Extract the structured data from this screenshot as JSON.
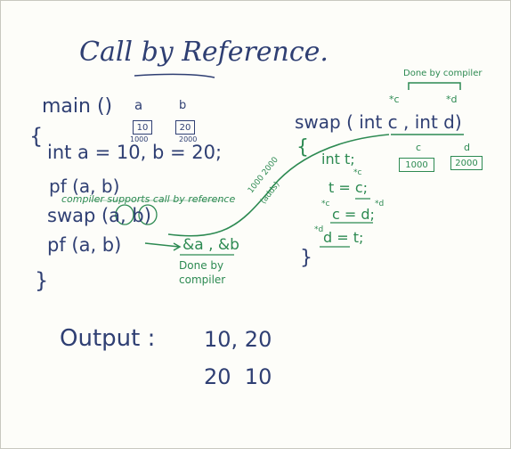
{
  "title": "Call by Reference.",
  "main": {
    "header": "main ()",
    "brace_open": "{",
    "brace_close": "}",
    "decl": "int a = 10, b = 20;",
    "var_a_label": "a",
    "var_b_label": "b",
    "box_a_value": "10",
    "box_b_value": "20",
    "addr_a": "1000",
    "addr_b": "2000",
    "pf1": "pf (a, b)",
    "note_support": "compiler supports call by reference",
    "swap_call": "swap (a, b)",
    "pf2": "pf (a, b)",
    "ref_args": "&a , &b",
    "done_by": "Done by",
    "compiler": "compiler"
  },
  "swap": {
    "done_by_compiler": "Done by compiler",
    "star_c": "*c",
    "star_d": "*d",
    "signature": "swap ( int c , int d)",
    "brace_open": "{",
    "brace_close": "}",
    "line1": "int t;",
    "line2": "t = c;",
    "line3": "c = d;",
    "line4": "d = t;",
    "star_c2": "*c",
    "star_c3": "*c",
    "star_d3": "*d",
    "star_d4": "*d",
    "c_label": "c",
    "d_label": "d",
    "box_c_value": "1000",
    "box_d_value": "2000",
    "arrow_label_1": "1000 2000",
    "arrow_label_2": "(adds)"
  },
  "output": {
    "label": "Output :",
    "line1": "10, 20",
    "line2": "20  10"
  },
  "colors": {
    "blue_ink": "#2f3f73",
    "green_ink": "#2d8a52",
    "paper": "#fdfdf9"
  }
}
